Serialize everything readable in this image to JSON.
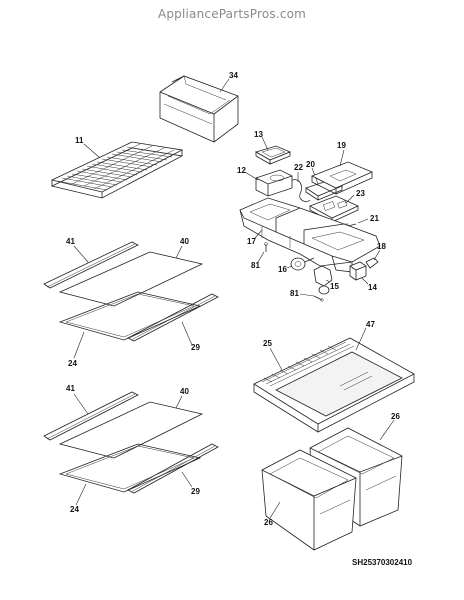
{
  "watermark": "AppliancePartsPros.com",
  "diagram_code": "SH25370302410",
  "labels": {
    "p34": "34",
    "p11": "11",
    "p13": "13",
    "p19": "19",
    "p22": "22",
    "p20": "20",
    "p12": "12",
    "p23": "23",
    "p21": "21",
    "p17": "17",
    "p18": "18",
    "p81a": "81",
    "p16": "16",
    "p15": "15",
    "p14": "14",
    "p81b": "81",
    "p41a": "41",
    "p40a": "40",
    "p29a": "29",
    "p24a": "24",
    "p25": "25",
    "p47": "47",
    "p26a": "26",
    "p26b": "26",
    "p41b": "41",
    "p40b": "40",
    "p29b": "29",
    "p24b": "24"
  }
}
